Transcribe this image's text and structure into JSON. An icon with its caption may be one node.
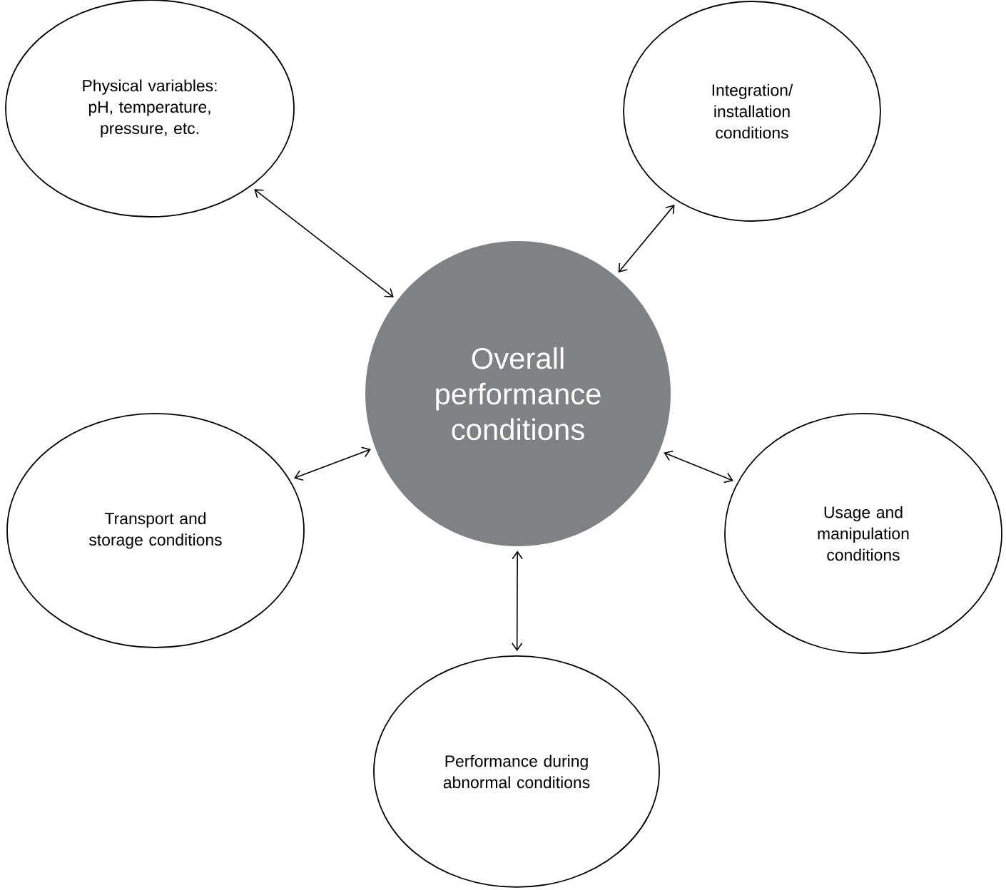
{
  "diagram": {
    "nodes": [
      {
        "text": [
          "Physical variables: pH, temperature, pressure, etc."
        ]
      },
      {
        "text": [
          "Integration/ installation conditions"
        ]
      },
      {
        "text": [
          "Overall performance conditions"
        ]
      },
      {
        "text": [
          "Transport and storage conditions"
        ]
      },
      {
        "text": [
          "Usage and manipulation conditions"
        ]
      },
      {
        "text": [
          "Performance during abnormal conditions"
        ]
      }
    ],
    "edges": [
      {
        "from": 0,
        "to": 2,
        "arrow": "both"
      },
      {
        "from": 1,
        "to": 2,
        "arrow": "both"
      },
      {
        "from": 3,
        "to": 2,
        "arrow": "both"
      },
      {
        "from": 4,
        "to": 2,
        "arrow": "both"
      },
      {
        "from": 5,
        "to": 2,
        "arrow": "both"
      }
    ]
  }
}
